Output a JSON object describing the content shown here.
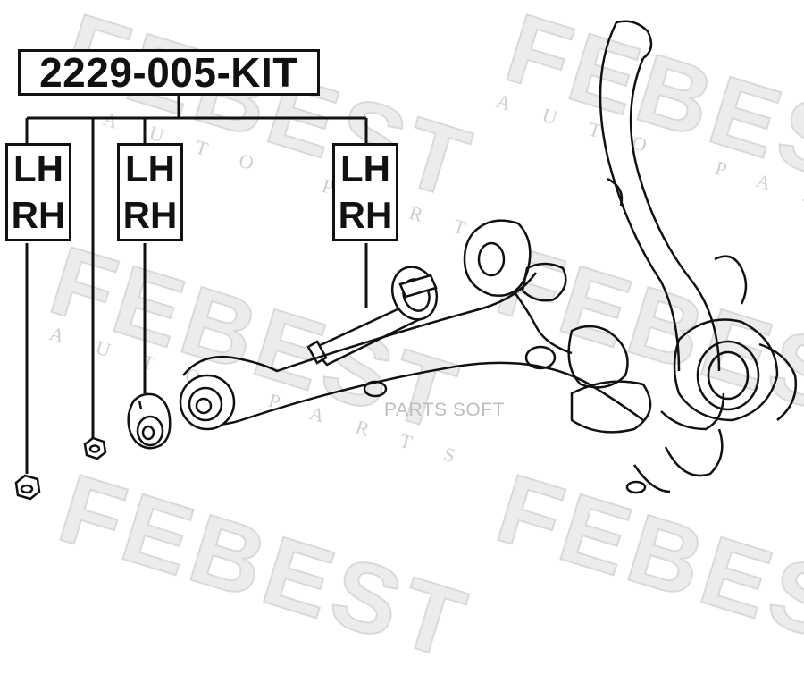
{
  "diagram": {
    "kit_number": "2229-005-KIT",
    "side_labels": [
      {
        "top": "LH",
        "bottom": "RH"
      },
      {
        "top": "LH",
        "bottom": "RH"
      },
      {
        "top": "LH",
        "bottom": "RH"
      }
    ],
    "watermark": {
      "brand": "FEBEST",
      "sub": "AUTO PARTS",
      "credit": "PARTS SOFT"
    }
  }
}
